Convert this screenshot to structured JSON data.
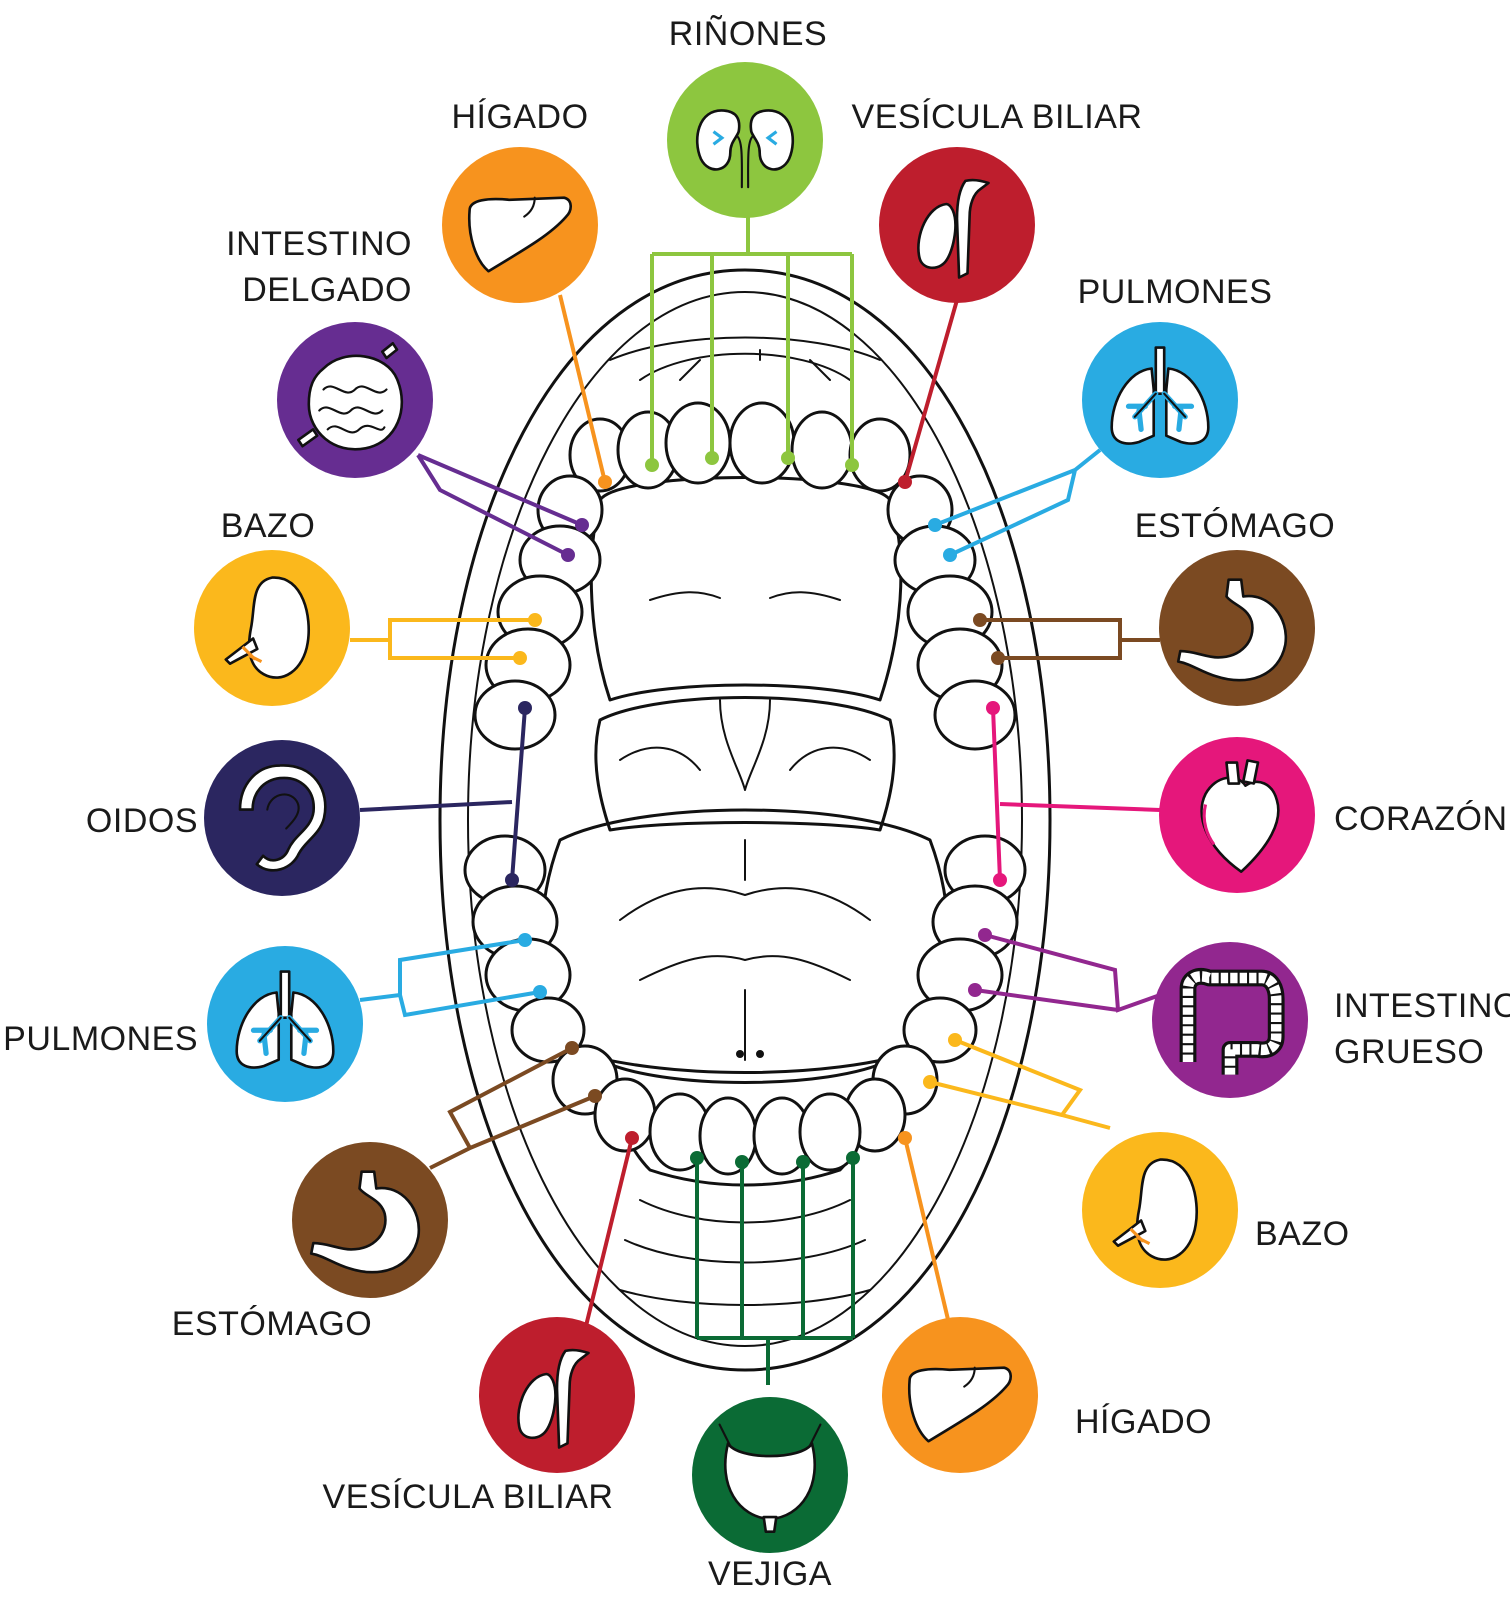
{
  "colors": {
    "rinones": "#8dc63f",
    "higado": "#f7931e",
    "vesicula": "#be1e2d",
    "intestino_delgado": "#662d91",
    "pulmones": "#29abe2",
    "bazo": "#fbb81c",
    "estomago": "#7b4a22",
    "oidos": "#2b2660",
    "corazon": "#e5177b",
    "intestino_grueso": "#92278f",
    "vejiga": "#0b6b35"
  },
  "organs": [
    {
      "id": "rinones",
      "icon": "kidneys-icon",
      "label_lines": [
        "RIÑONES"
      ]
    },
    {
      "id": "higado-top",
      "icon": "liver-icon",
      "label_lines": [
        "HÍGADO"
      ]
    },
    {
      "id": "vesicula-top",
      "icon": "gallbladder-icon",
      "label_lines": [
        "VESÍCULA BILIAR"
      ]
    },
    {
      "id": "intestino-delgado",
      "icon": "small-intestine-icon",
      "label_lines": [
        "INTESTINO",
        "DELGADO"
      ]
    },
    {
      "id": "pulmones-right",
      "icon": "lungs-icon",
      "label_lines": [
        "PULMONES"
      ]
    },
    {
      "id": "bazo-left",
      "icon": "spleen-icon",
      "label_lines": [
        "BAZO"
      ]
    },
    {
      "id": "estomago-right",
      "icon": "stomach-icon",
      "label_lines": [
        "ESTÓMAGO"
      ]
    },
    {
      "id": "oidos",
      "icon": "ear-icon",
      "label_lines": [
        "OIDOS"
      ]
    },
    {
      "id": "corazon",
      "icon": "heart-icon",
      "label_lines": [
        "CORAZÓN"
      ]
    },
    {
      "id": "pulmones-left",
      "icon": "lungs-icon",
      "label_lines": [
        "PULMONES"
      ]
    },
    {
      "id": "intestino-grueso",
      "icon": "large-intestine-icon",
      "label_lines": [
        "INTESTINO",
        "GRUESO"
      ]
    },
    {
      "id": "estomago-left",
      "icon": "stomach-icon",
      "label_lines": [
        "ESTÓMAGO"
      ]
    },
    {
      "id": "bazo-right",
      "icon": "spleen-icon",
      "label_lines": [
        "BAZO"
      ]
    },
    {
      "id": "vesicula-bottom",
      "icon": "gallbladder-icon",
      "label_lines": [
        "VESÍCULA BILIAR"
      ]
    },
    {
      "id": "higado-bottom",
      "icon": "liver-icon",
      "label_lines": [
        "HÍGADO"
      ]
    },
    {
      "id": "vejiga",
      "icon": "bladder-icon",
      "label_lines": [
        "VEJIGA"
      ]
    }
  ]
}
